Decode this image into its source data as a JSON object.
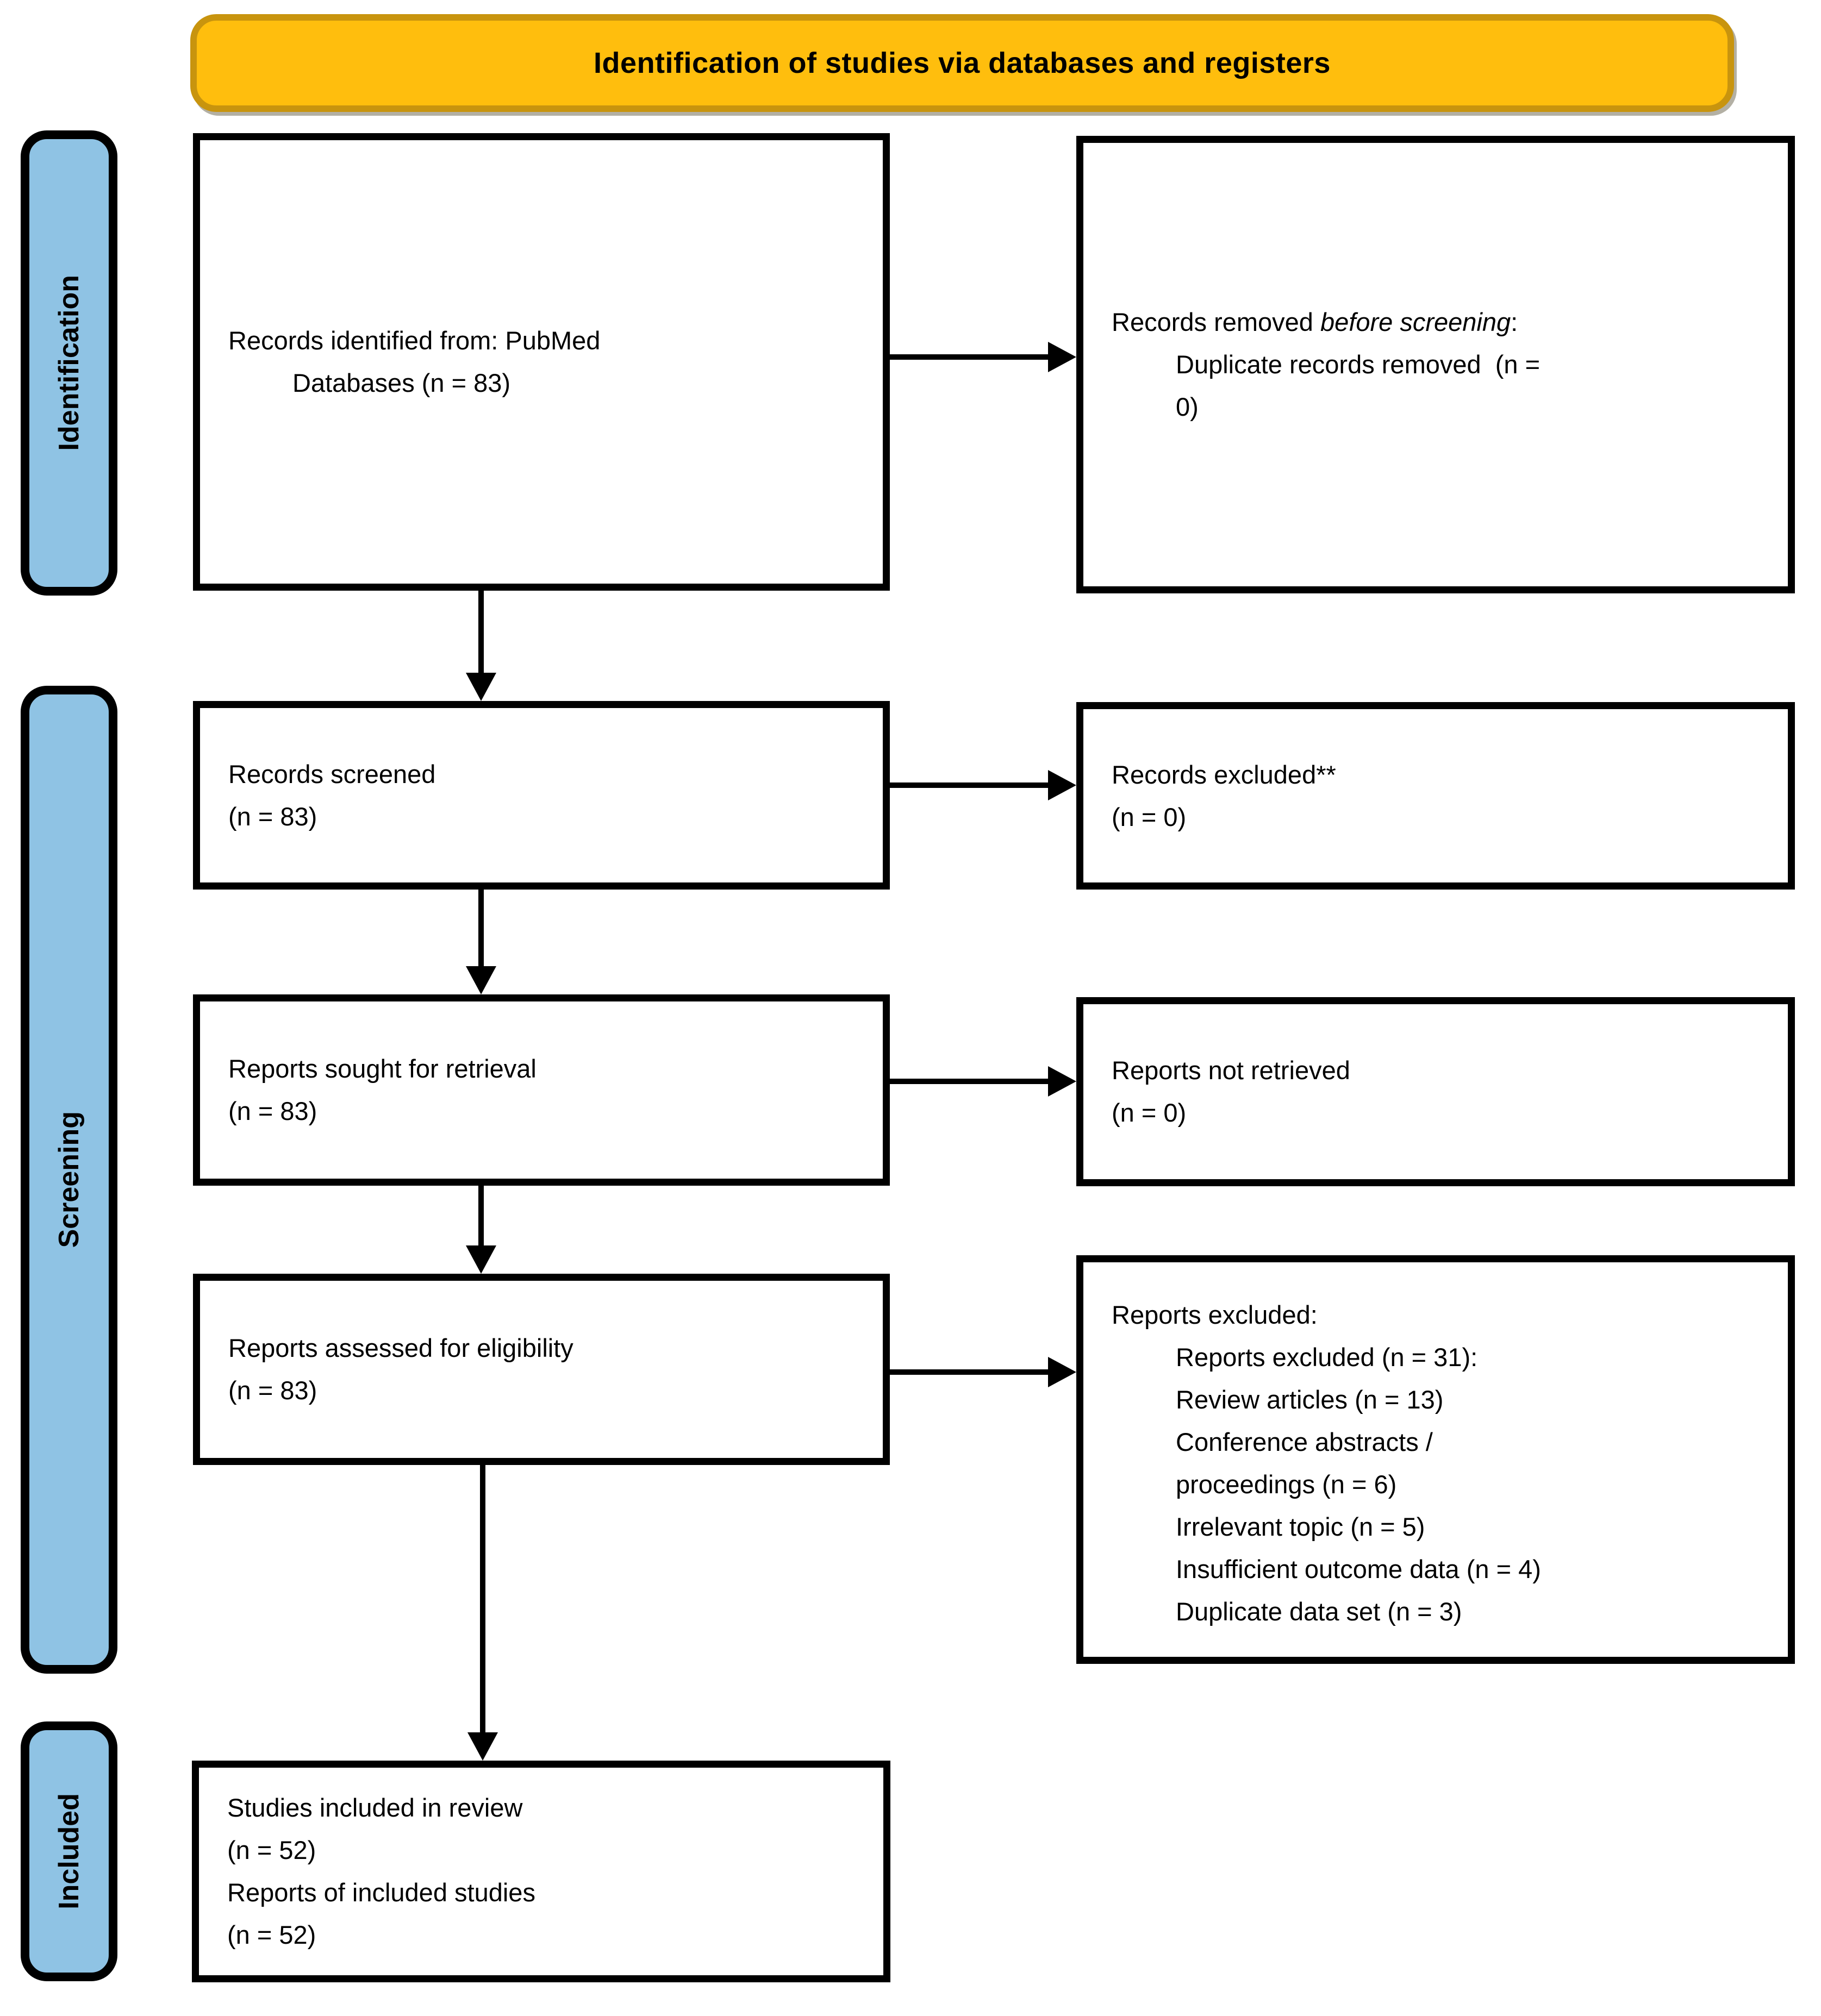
{
  "title_banner": {
    "label": "Identification of studies via databases and registers"
  },
  "colors": {
    "banner_fill": "#FFBE0D",
    "banner_border": "#C8940E",
    "sidebar_fill": "#8FC3E4",
    "box_border": "#000000",
    "text": "#000000"
  },
  "sidebars": {
    "identification": "Identification",
    "screening": "Screening",
    "included": "Included"
  },
  "boxes": {
    "records_identified": {
      "line1": "Records identified from: PubMed",
      "line2": "Databases (n = 83)"
    },
    "records_removed": {
      "line1_pre": "Records removed ",
      "line1_italic": "before screening",
      "line1_post": ":",
      "line2": "Duplicate records removed  (n =",
      "line3": "0)"
    },
    "records_screened": {
      "line1": "Records screened",
      "line2": "(n = 83)"
    },
    "records_excluded": {
      "line1": "Records excluded**",
      "line2": "(n = 0)"
    },
    "reports_sought": {
      "line1": "Reports sought for retrieval",
      "line2": "(n = 83)"
    },
    "reports_not_retrieved": {
      "line1": "Reports not retrieved",
      "line2": "(n = 0)"
    },
    "reports_assessed": {
      "line1": "Reports assessed for eligibility",
      "line2": "(n = 83)"
    },
    "reports_excluded_detail": {
      "line1": "Reports excluded:",
      "items": [
        "Reports excluded (n = 31):",
        "Review articles (n = 13)",
        "Conference abstracts /",
        "proceedings (n = 6)",
        "Irrelevant topic (n = 5)",
        "Insufficient outcome data (n = 4)",
        "Duplicate data set (n = 3)"
      ]
    },
    "studies_included": {
      "line1": "Studies included in review",
      "line2": "(n = 52)",
      "line3": "Reports of included studies",
      "line4": "(n = 52)"
    }
  }
}
